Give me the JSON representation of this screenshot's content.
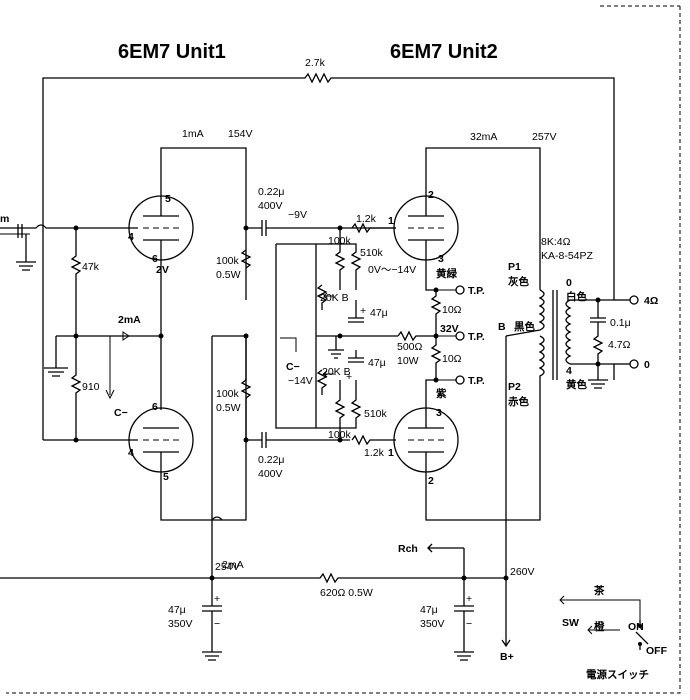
{
  "titles": {
    "unit1": "6EM7 Unit1",
    "unit2": "6EM7 Unit2"
  },
  "feedback_resistor": "2.7k",
  "input_label": "m",
  "unit1": {
    "current_top": "1mA",
    "voltage_top": "154V",
    "pins": {
      "p5a": "5",
      "p4a": "4",
      "p6a": "6",
      "p6b": "6",
      "p4b": "4",
      "p5b": "5"
    },
    "bias_voltage": "2V",
    "grid_resistor": "47k",
    "cathode_resistor": "910",
    "cathode_current": "2mA",
    "neg_supply": "C−",
    "plate_load_1": [
      "100k",
      "0.5W"
    ],
    "plate_load_2": [
      "100k",
      "0.5W"
    ],
    "current_bottom": "2mA",
    "voltage_bottom": "254V"
  },
  "coupling": {
    "cap_top": [
      "0.22μ",
      "400V"
    ],
    "cap_bottom": [
      "0.22μ",
      "400V"
    ],
    "grid_top_voltage": "−9V",
    "grid_stopper_top": "1.2k",
    "grid_stopper_bottom": "1.2k",
    "grid_leak_top": "100k",
    "grid_leak_bottom": "100k",
    "div_top": "510k",
    "div_bottom": "510k",
    "range": "0V〜−14V",
    "pot_top": "20K B",
    "pot_bottom": "20K B",
    "cap47_top": "47μ",
    "cap47_bottom": "47μ",
    "neg_supply": "C−",
    "neg_voltage": "−14V"
  },
  "unit2": {
    "current": "32mA",
    "voltage": "257V",
    "pins": {
      "p2a": "2",
      "p1a": "1",
      "p3a": "3",
      "p3b": "3",
      "p1b": "1",
      "p2b": "2"
    },
    "wire_yellow_green": "黄緑",
    "wire_purple": "紫",
    "res_top": "10Ω",
    "res_bottom": "10Ω",
    "cathode_voltage": "32V",
    "cathode_res": [
      "500Ω",
      "10W"
    ],
    "test_points": [
      "T.P.",
      "T.P.",
      "T.P."
    ]
  },
  "transformer": {
    "spec": "8K:4Ω",
    "model": "KA-8-54PZ",
    "p1": "P1",
    "p1_color": "灰色",
    "b": "B",
    "b_color": "黒色",
    "p2": "P2",
    "p2_color": "赤色",
    "tap0": "0",
    "tap0_color": "白色",
    "tap4": "4",
    "tap4_color": "黄色",
    "zobel_cap": "0.1μ",
    "zobel_res": "4.7Ω",
    "out_4": "4Ω",
    "out_0": "0"
  },
  "power": {
    "rch": "Rch",
    "voltage_right": "260V",
    "dropper": "620Ω 0.5W",
    "cap_left": [
      "47μ",
      "350V"
    ],
    "cap_right": [
      "47μ",
      "350V"
    ],
    "bplus": "B+"
  },
  "switch": {
    "brown": "茶",
    "orange": "橙",
    "sw": "SW",
    "on": "ON",
    "off": "OFF",
    "caption": "電源スイッチ"
  }
}
